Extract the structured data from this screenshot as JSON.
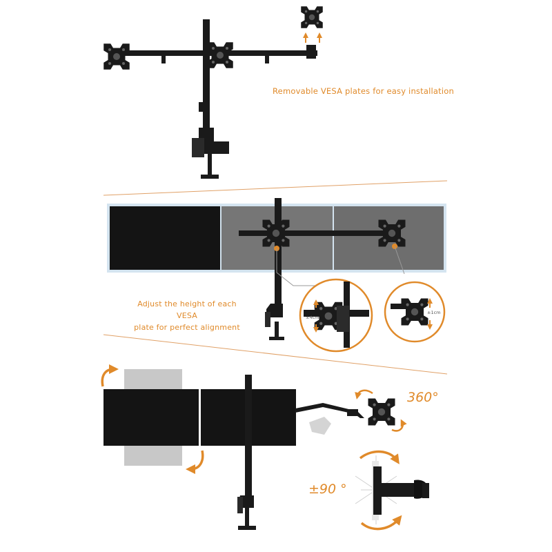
{
  "captions": {
    "vesa_plates": "Removable VESA plates for easy installation",
    "height_adjust_line1": "Adjust the height of each VESA",
    "height_adjust_line2": "plate for perfect alignment",
    "rotation": "360°",
    "tilt": "±90 °"
  },
  "callouts": {
    "left_range": "±4cm",
    "right_range": "±1cm"
  },
  "colors": {
    "accent": "#e08a2a",
    "mount": "#1a1a1a",
    "screen": "#141414",
    "ghost": "#c8c8c8"
  }
}
